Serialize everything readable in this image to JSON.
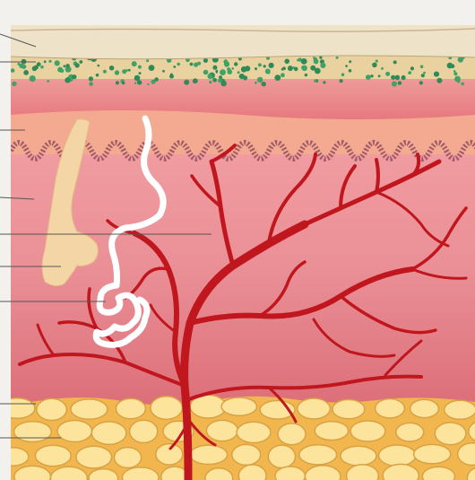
{
  "diagram": {
    "layers": [
      {
        "id": "outer-layer",
        "color": "#ece0c8"
      },
      {
        "id": "green-dotted-layer",
        "color": "#2e8b57"
      },
      {
        "id": "pink-upper-layer",
        "color": "#e98a8e"
      },
      {
        "id": "peach-layer",
        "color": "#f2a58a"
      },
      {
        "id": "wavy-membrane",
        "color": "#a0606a"
      },
      {
        "id": "dermis-layer",
        "color": "#ee9aa0"
      },
      {
        "id": "fat-layer",
        "color": "#f7c766"
      }
    ],
    "structures": [
      {
        "id": "hair-follicle",
        "color": "#f3d5a6"
      },
      {
        "id": "sweat-gland-duct",
        "color": "#ffffff"
      },
      {
        "id": "blood-vessel-tree",
        "color": "#c0161e"
      },
      {
        "id": "fat-cells",
        "color": "#fde49d"
      }
    ],
    "label_pointers": 9,
    "labels": []
  }
}
